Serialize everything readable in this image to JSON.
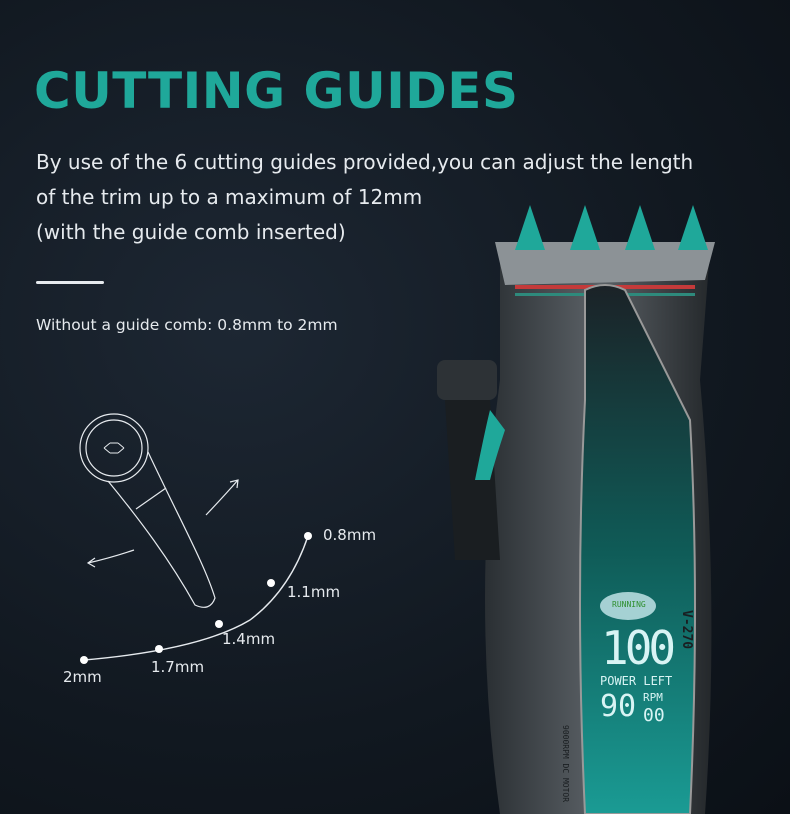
{
  "heading": "CUTTING GUIDES",
  "description": [
    "By use of the 6 cutting guides provided,you can adjust the length",
    "of the trim up to a maximum of 12mm",
    "(with the guide comb inserted)"
  ],
  "note": "Without  a guide comb: 0.8mm to 2mm",
  "lever_positions": [
    "0.8mm",
    "1.1mm",
    "1.4mm",
    "1.7mm",
    "2mm"
  ],
  "product": {
    "model": "V-270",
    "display_status": "RUNNING",
    "display_digits": "100",
    "display_label": "POWER LEFT",
    "rpm_label": "RPM",
    "rpm_digits": "90",
    "rpm_suffix": "00",
    "motor_text": "9000RPM DC MOTOR"
  },
  "colors": {
    "accent": "#1fa89a",
    "background": "#121920"
  }
}
